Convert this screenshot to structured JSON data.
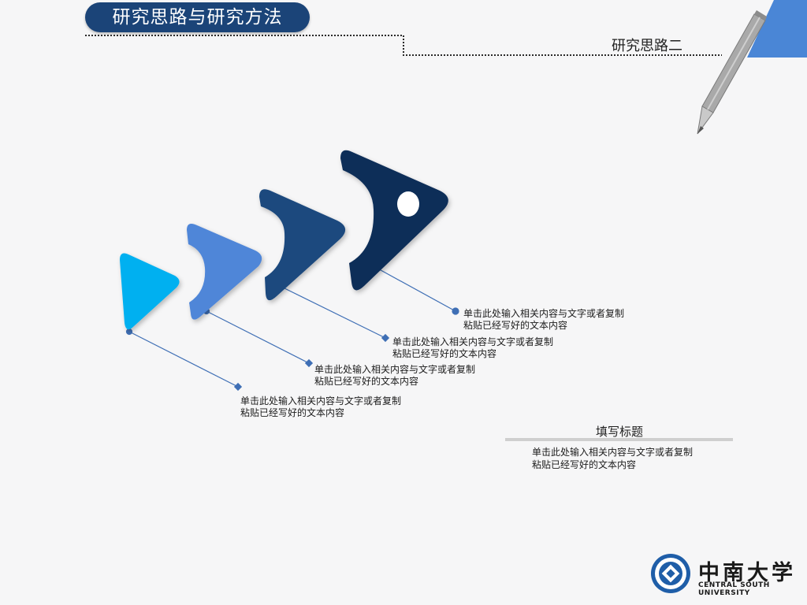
{
  "header": {
    "title": "研究思路与研究方法",
    "section_title": "研究思路二"
  },
  "steps": [
    {
      "line1": "单击此处输入相关内容与文字或者复制",
      "line2": "粘贴已经写好的文本内容",
      "color": "#00b0f0"
    },
    {
      "line1": "单击此处输入相关内容与文字或者复制",
      "line2": "粘贴已经写好的文本内容",
      "color": "#4f86d8"
    },
    {
      "line1": "单击此处输入相关内容与文字或者复制",
      "line2": "粘贴已经写好的文本内容",
      "color": "#1c4a7e"
    },
    {
      "line1": "单击此处输入相关内容与文字或者复制",
      "line2": "粘贴已经写好的文本内容",
      "color": "#112d58"
    }
  ],
  "info_box": {
    "title": "填写标题",
    "line1": "单击此处输入相关内容与文字或者复制",
    "line2": "粘贴已经写好的文本内容"
  },
  "logo": {
    "name_cn": "中南大学",
    "name_en": "CENTRAL SOUTH UNIVERSITY"
  },
  "colors": {
    "header_pill": "#1b4478",
    "corner_accent": "#4a86d6",
    "connector": "#3f6fb5"
  }
}
